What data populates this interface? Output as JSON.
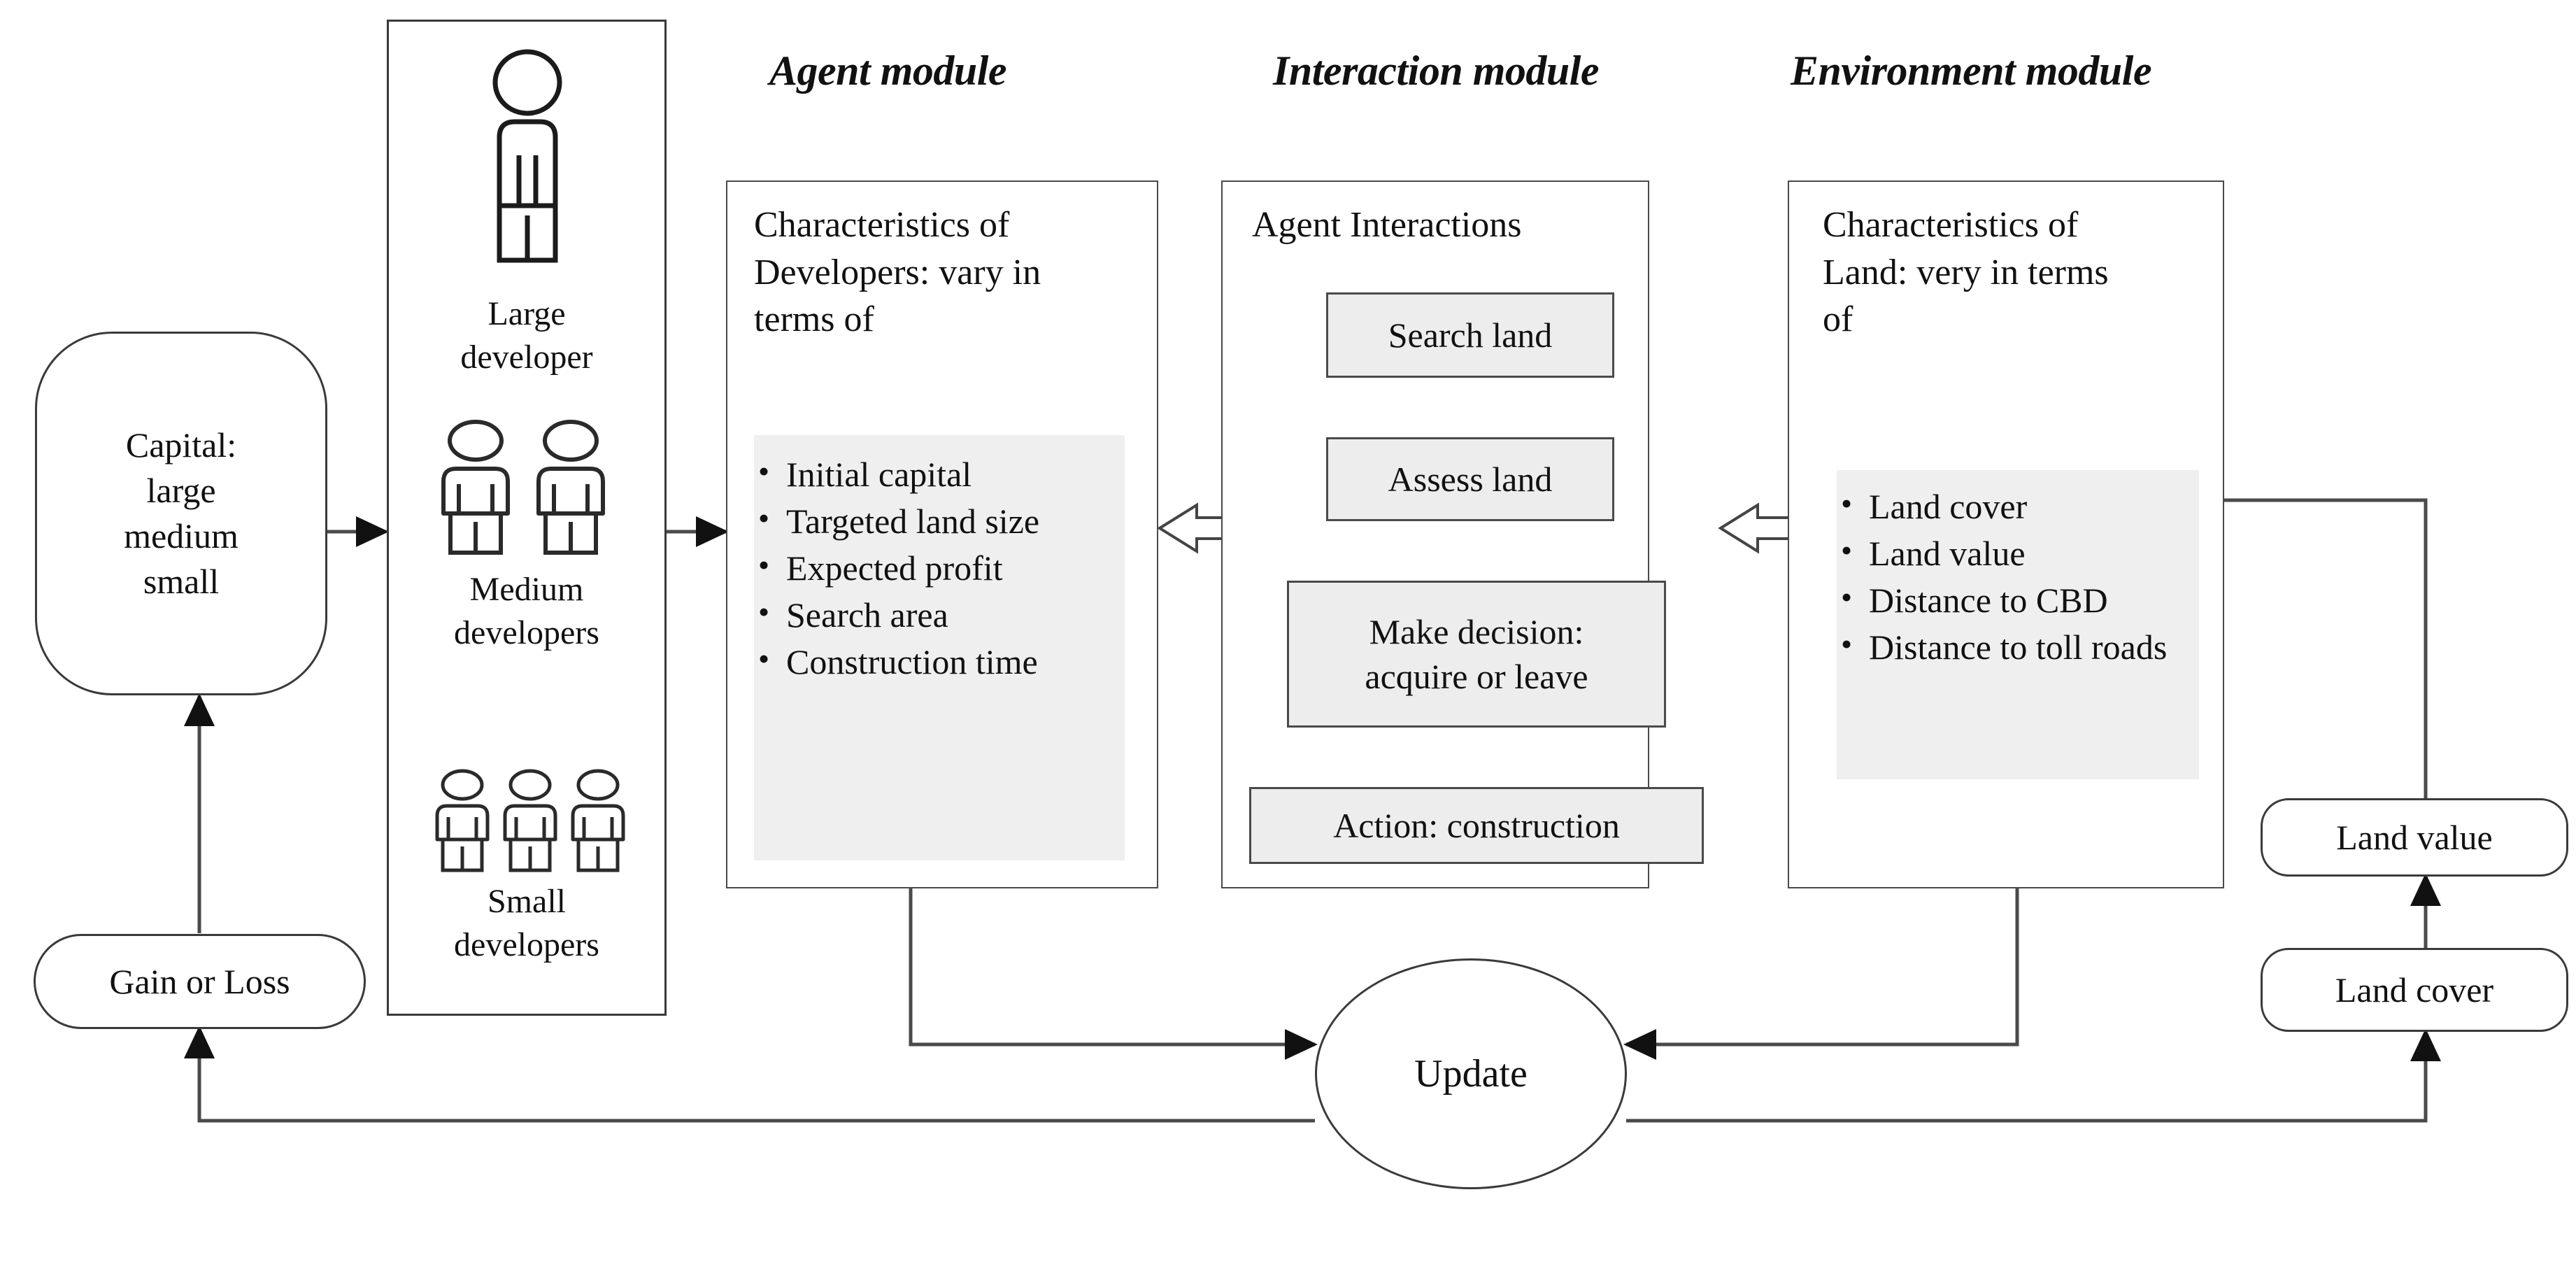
{
  "titles": {
    "agent_module": "Agent module",
    "interaction_module": "Interaction module",
    "environment_module": "Environment module"
  },
  "capital": {
    "line1": "Capital:",
    "line2": "large",
    "line3": "medium",
    "line4": "small"
  },
  "gain_or_loss": {
    "label": "Gain or Loss"
  },
  "developers": {
    "large": {
      "label_line1": "Large",
      "label_line2": "developer",
      "count": 1
    },
    "medium": {
      "label_line1": "Medium",
      "label_line2": "developers",
      "count": 2
    },
    "small": {
      "label_line1": "Small",
      "label_line2": "developers",
      "count": 3
    }
  },
  "agent_module": {
    "heading_line1": "Characteristics of",
    "heading_line2": "Developers: vary in",
    "heading_line3": "terms of",
    "bullets": [
      "Initial capital",
      "Targeted land size",
      "Expected profit",
      "Search area",
      "Construction time"
    ]
  },
  "interaction_module": {
    "heading": "Agent Interactions",
    "steps": [
      "Search land",
      "Assess land",
      "Make decision:\nacquire or leave",
      "Action: construction"
    ],
    "step_labels": {
      "search": "Search land",
      "assess": "Assess land",
      "decision_line1": "Make decision:",
      "decision_line2": "acquire or leave",
      "action": "Action: construction"
    }
  },
  "environment_module": {
    "heading_line1": "Characteristics of",
    "heading_line2": "Land: very in terms",
    "heading_line3": "of",
    "bullets": [
      "Land cover",
      "Land value",
      "Distance to CBD",
      "Distance to toll roads"
    ]
  },
  "feedback": {
    "land_value": "Land value",
    "land_cover": "Land cover"
  },
  "update": {
    "label": "Update"
  },
  "connectors": {
    "agent_env_double_arrow": "double-headed-arrow",
    "env_interaction_double_arrow": "double-headed-arrow"
  },
  "colors": {
    "line": "#4a4a4a",
    "border": "#3a3a3a",
    "shade": "#efefef",
    "flow_fill": "#ededed",
    "text": "#111111",
    "background": "#ffffff"
  }
}
